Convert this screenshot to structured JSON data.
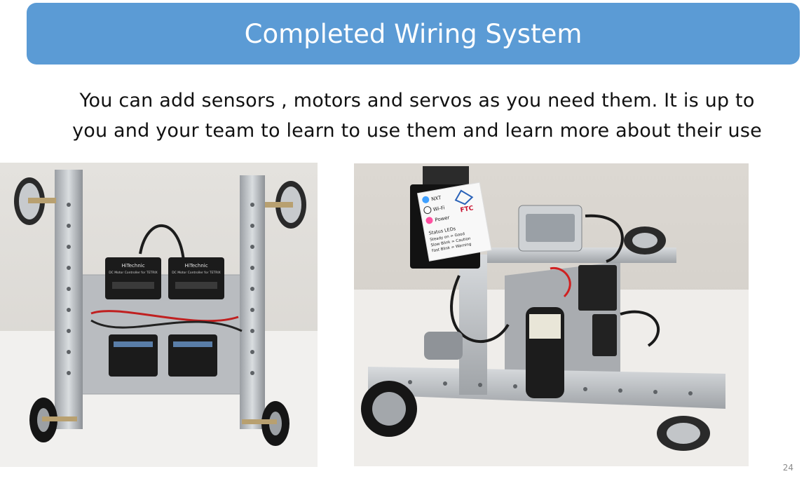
{
  "slide": {
    "title": "Completed Wiring System",
    "body_line1": "You  can add sensors , motors and servos as you need them. It is up to",
    "body_line2": "you and your team to learn to use them and learn more about their use",
    "page_number": "24"
  },
  "left_photo": {
    "motor_controllers": [
      {
        "brand": "HiTechnic",
        "name": "DC Motor Controller for TETRIX"
      },
      {
        "brand": "HiTechnic",
        "name": "DC Motor Controller for TETRIX"
      }
    ]
  },
  "right_photo": {
    "nxt_panel": {
      "leds": [
        {
          "label": "NXT",
          "color": "#3fa0ff"
        },
        {
          "label": "Wi-Fi",
          "color": "#ffffff"
        },
        {
          "label": "Power",
          "color": "#ff4fa0"
        }
      ],
      "logo": "FTC",
      "status_title": "Status LEDs",
      "status_lines": [
        "Steady on  = Good",
        "Slow Blink  = Caution",
        "Fast Blink  = Warning"
      ]
    }
  },
  "colors": {
    "title_bar": "#5b9bd5",
    "title_text": "#ffffff",
    "body_text": "#111111"
  }
}
